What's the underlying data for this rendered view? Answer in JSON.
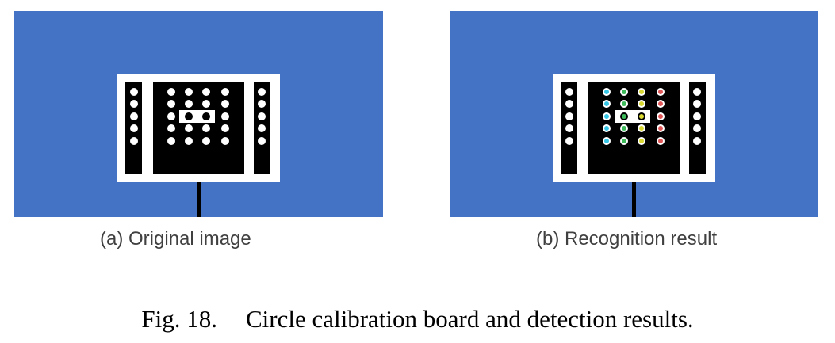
{
  "figure": {
    "label": "Fig. 18.",
    "caption": "Circle calibration board and detection results."
  },
  "panels": [
    {
      "id": "a",
      "subcaption": "(a) Original image",
      "background": "#4472c4",
      "dot_colors": [
        "#ffffff",
        "#ffffff",
        "#ffffff",
        "#ffffff"
      ],
      "center_dot_color": "#000000"
    },
    {
      "id": "b",
      "subcaption": "(b) Recognition result",
      "background": "#4472c4",
      "dot_colors": [
        "#35c6e6",
        "#3dbb5a",
        "#d8d830",
        "#e05555"
      ],
      "center_dot_color": "#000000"
    }
  ]
}
